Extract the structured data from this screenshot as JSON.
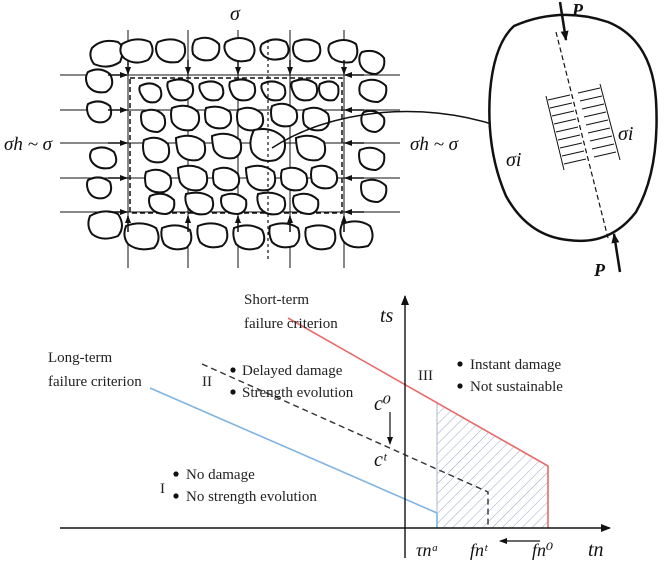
{
  "top": {
    "sigma_top": "σ",
    "sigma_left": "σh ~ σ",
    "sigma_right": "σh ~ σ",
    "p_top": "P",
    "p_bottom": "P",
    "sigma_i_left": "σi",
    "sigma_i_right": "σi"
  },
  "bottom": {
    "short_term_line1": "Short-term",
    "short_term_line2": "failure criterion",
    "long_term_line1": "Long-term",
    "long_term_line2": "failure criterion",
    "region_I": "I",
    "region_I_items": [
      "No damage",
      "No strength evolution"
    ],
    "region_II": "II",
    "region_II_items": [
      "Delayed damage",
      "Strength evolution"
    ],
    "region_III": "III",
    "region_III_items": [
      "Instant damage",
      "Not sustainable"
    ],
    "c0": "c⁰",
    "ct": "cᵗ",
    "axis_y": "ts",
    "axis_x": "tn",
    "tick_tau": "τnᵃ",
    "tick_ft": "fnᵗ",
    "tick_f0": "fn⁰",
    "colors": {
      "short_term": "#e86b6b",
      "long_term": "#7fb4e3",
      "hatch": "#9aa6c8"
    }
  }
}
